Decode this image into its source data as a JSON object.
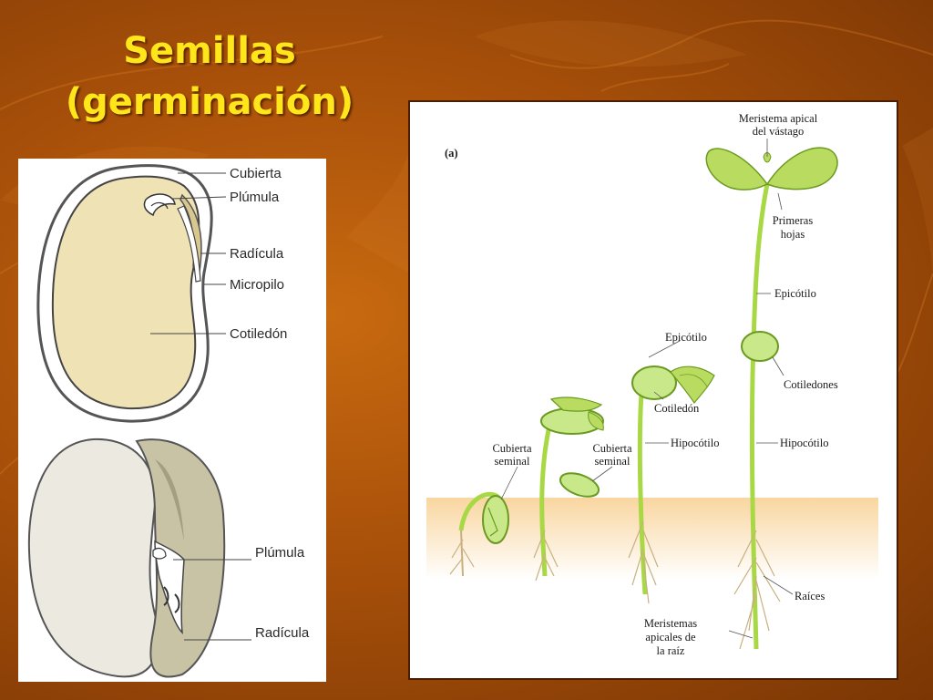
{
  "slide": {
    "title_line1": "Semillas",
    "title_line2": "(germinación)"
  },
  "colors": {
    "background": "#a8500a",
    "title": "#ffe61a",
    "seed_fill": "#efe2b4",
    "plant_green": "#a9d845",
    "soil": "#f9d6a0"
  },
  "left_figure": {
    "top_labels": [
      "Cubierta",
      "Plúmula",
      "Radícula",
      "Micropilo",
      "Cotiledón"
    ],
    "bottom_labels": [
      "Plúmula",
      "Radícula"
    ]
  },
  "right_figure": {
    "panel_letter": "(a)",
    "labels": {
      "meristema_apical": [
        "Meristema apical",
        "del vástago"
      ],
      "primeras_hojas": [
        "Primeras",
        "hojas"
      ],
      "epicotilo_tall": "Epicótilo",
      "cotiledones": "Cotiledones",
      "hipocotilo_tall": "Hipocótilo",
      "raices": "Raíces",
      "meristemas_raiz": [
        "Meristemas",
        "apicales de",
        "la raíz"
      ],
      "epicotilo_mid": "Epicótilo",
      "cotiledon_mid": "Cotiledón",
      "hipocotilo_mid": "Hipocótilo",
      "cubierta_seminal_1": [
        "Cubierta",
        "seminal"
      ],
      "cubierta_seminal_2": [
        "Cubierta",
        "seminal"
      ]
    }
  }
}
